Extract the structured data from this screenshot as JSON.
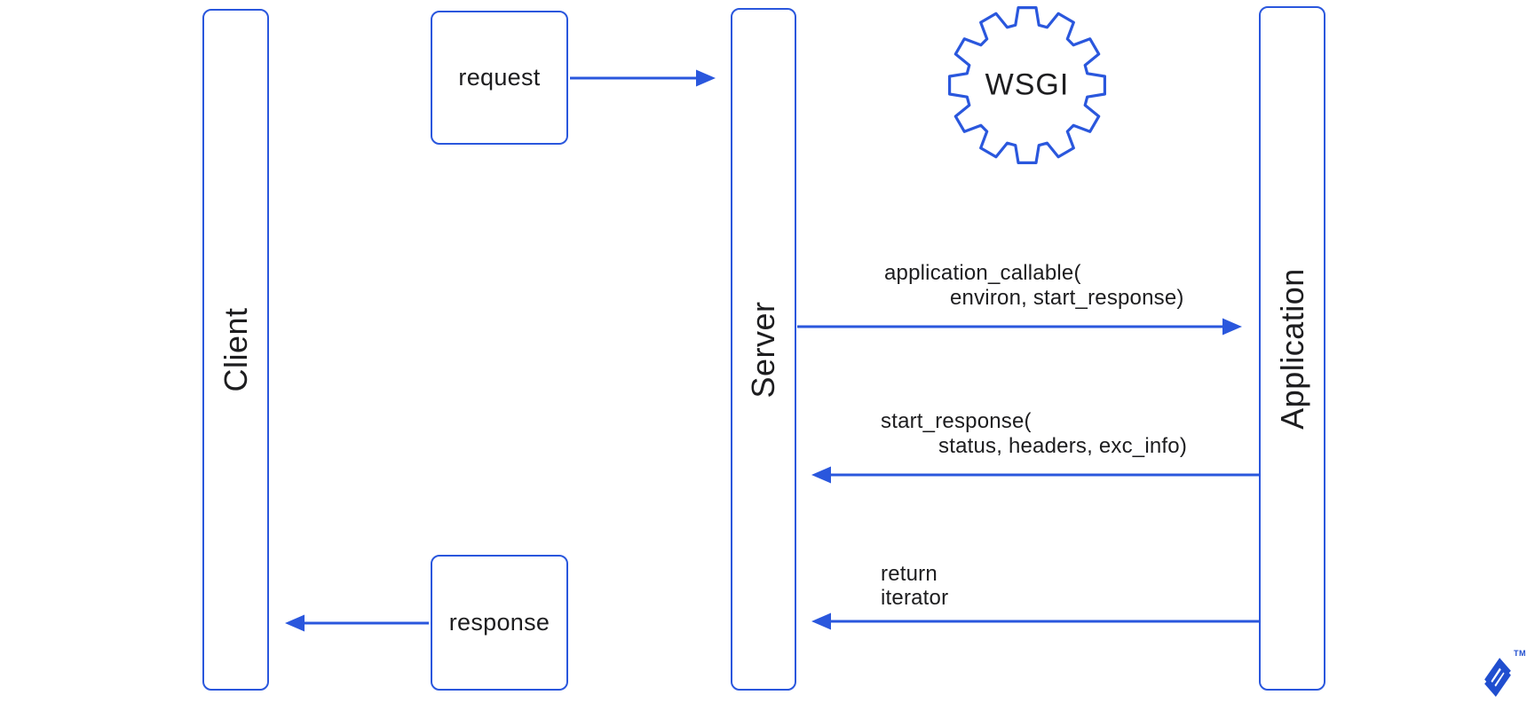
{
  "lifelines": [
    {
      "id": "client",
      "label": "Client"
    },
    {
      "id": "server",
      "label": "Server"
    },
    {
      "id": "application",
      "label": "Application"
    }
  ],
  "flow_boxes": [
    {
      "id": "request",
      "label": "request"
    },
    {
      "id": "response",
      "label": "response"
    }
  ],
  "wsgi_badge": {
    "label": "WSGI",
    "icon": "gear-icon"
  },
  "messages": [
    {
      "id": "application_callable",
      "line1": "application_callable(",
      "line2": "environ, start_response)",
      "direction": "server-to-application"
    },
    {
      "id": "start_response",
      "line1": "start_response(",
      "line2": "status, headers, exc_info)",
      "direction": "application-to-server"
    },
    {
      "id": "return_iterator",
      "line1": "return",
      "line2": "iterator",
      "direction": "application-to-server"
    }
  ],
  "logo": {
    "trademark": "TM"
  },
  "colors": {
    "line": "#2a57dd",
    "text": "#1d1d1f",
    "logo": "#204ecf",
    "background": "#ffffff"
  }
}
